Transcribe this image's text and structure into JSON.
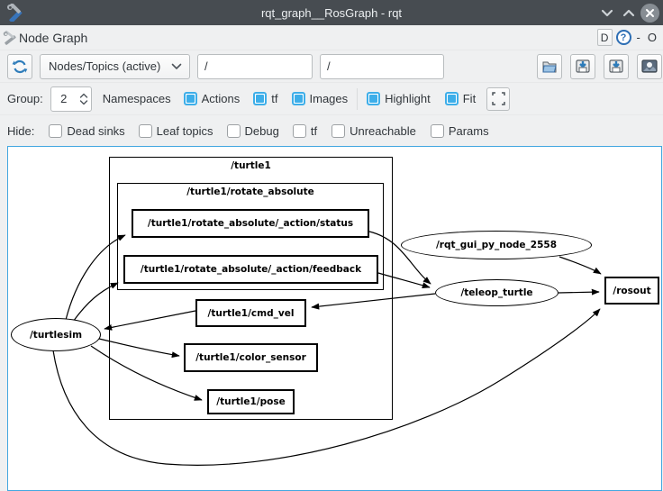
{
  "window": {
    "title": "rqt_graph__RosGraph - rqt"
  },
  "dock": {
    "title": "Node Graph",
    "detach_label": "D",
    "help_glyph": "?",
    "minimize_glyph": "-",
    "float_glyph": "O"
  },
  "toolbar": {
    "graph_type": "Nodes/Topics (active)",
    "filter_node": "/",
    "filter_topic": "/"
  },
  "options": {
    "group_label": "Group:",
    "group_value": "2",
    "namespaces_label": "Namespaces",
    "actions_label": "Actions",
    "tf_label": "tf",
    "images_label": "Images",
    "highlight_label": "Highlight",
    "fit_label": "Fit"
  },
  "hide": {
    "label": "Hide:",
    "dead_sinks": "Dead sinks",
    "leaf_topics": "Leaf topics",
    "debug": "Debug",
    "tf": "tf",
    "unreachable": "Unreachable",
    "params": "Params"
  },
  "graph": {
    "cluster_turtle1": "/turtle1",
    "cluster_rotate_absolute": "/turtle1/rotate_absolute",
    "node_status": "/turtle1/rotate_absolute/_action/status",
    "node_feedback": "/turtle1/rotate_absolute/_action/feedback",
    "node_cmd_vel": "/turtle1/cmd_vel",
    "node_color_sensor": "/turtle1/color_sensor",
    "node_pose": "/turtle1/pose",
    "node_turtlesim": "/turtlesim",
    "node_rqt": "/rqt_gui_py_node_2558",
    "node_teleop": "/teleop_turtle",
    "node_rosout": "/rosout"
  },
  "colors": {
    "accent": "#3daee9",
    "titlebar": "#474c51",
    "window_bg": "#eff0f1",
    "graph_border": "#43a7e0"
  }
}
